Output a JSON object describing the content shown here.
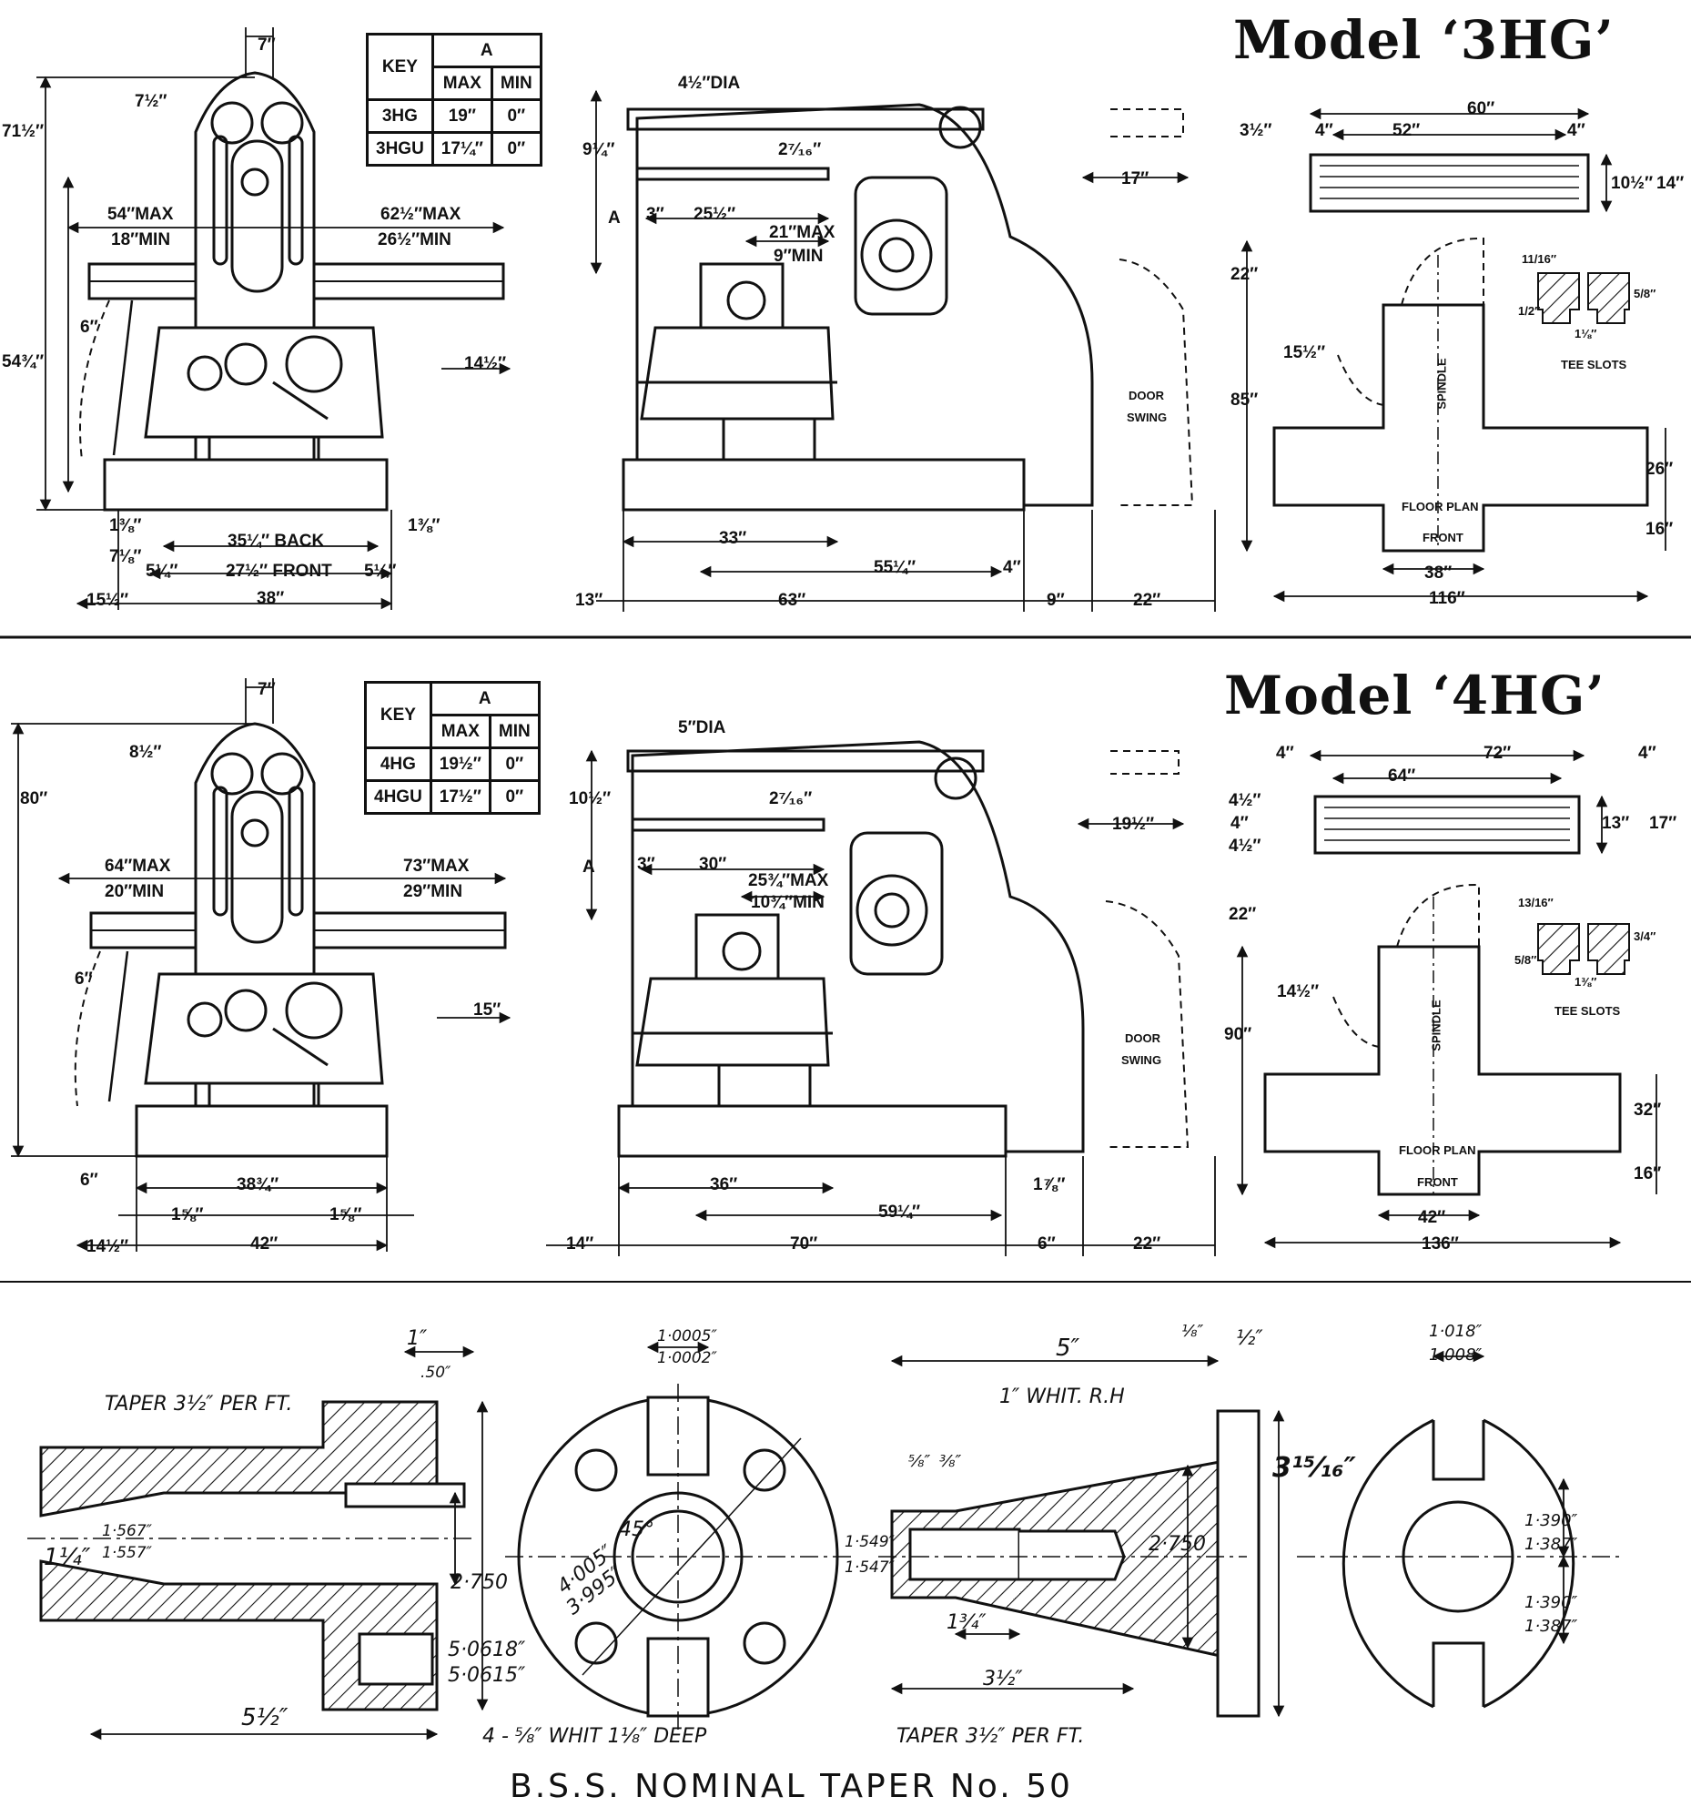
{
  "models": [
    {
      "title": "Model ‘3HG’",
      "key_table": {
        "key_header": "KEY",
        "group_header": "A",
        "cols": [
          "MAX",
          "MIN"
        ],
        "rows": [
          {
            "key": "3HG",
            "max": "19″",
            "min": "0″"
          },
          {
            "key": "3HGU",
            "max": "17¼″",
            "min": "0″"
          }
        ]
      },
      "front_view_dims": [
        "7″",
        "7½″",
        "71½″",
        "54″MAX",
        "18″MIN",
        "62½″MAX",
        "26½″MIN",
        "6″",
        "54¾″",
        "14½″",
        "1⅜″",
        "35¼″ BACK",
        "1⅜″",
        "7⅛″",
        "5¼″",
        "27½″ FRONT",
        "5¼″",
        "15½″",
        "38″"
      ],
      "side_view_dims": [
        "4½″DIA",
        "9¼″",
        "2⁷⁄₁₆″",
        "A",
        "3″",
        "25½″",
        "21″MAX",
        "9″MIN",
        "17″",
        "33″",
        "55¼″",
        "4″",
        "13″",
        "63″",
        "9″",
        "22″"
      ],
      "door_label": [
        "DOOR",
        "SWING"
      ],
      "table_top_dims": [
        "60″",
        "3½″",
        "4″",
        "52″",
        "4″",
        "10½″",
        "14″"
      ],
      "floor_plan_dims": [
        "22″",
        "15½″",
        "85″",
        "26″",
        "16″",
        "38″",
        "116″"
      ],
      "floor_plan_labels": [
        "SPINDLE",
        "FLOOR PLAN",
        "FRONT"
      ],
      "tee_slot_dims": [
        "11/16″",
        "5/8″",
        "1/2″",
        "1⅛″"
      ],
      "tee_slot_label": "TEE SLOTS"
    },
    {
      "title": "Model ‘4HG’",
      "key_table": {
        "key_header": "KEY",
        "group_header": "A",
        "cols": [
          "MAX",
          "MIN"
        ],
        "rows": [
          {
            "key": "4HG",
            "max": "19½″",
            "min": "0″"
          },
          {
            "key": "4HGU",
            "max": "17½″",
            "min": "0″"
          }
        ]
      },
      "front_view_dims": [
        "7″",
        "8½″",
        "80″",
        "64″MAX",
        "20″MIN",
        "73″MAX",
        "29″MIN",
        "6″",
        "15″",
        "6″",
        "38¾″",
        "1⅝″",
        "1⅝″",
        "14½″",
        "42″"
      ],
      "side_view_dims": [
        "5″DIA",
        "10½″",
        "2⁷⁄₁₆″",
        "A",
        "3″",
        "30″",
        "25¾″MAX",
        "10¾″MIN",
        "19½″",
        "36″",
        "59¼″",
        "1⅞″",
        "14″",
        "70″",
        "6″",
        "22″"
      ],
      "door_label": [
        "DOOR",
        "SWING"
      ],
      "table_top_dims": [
        "4″",
        "72″",
        "4″",
        "64″",
        "4½″",
        "4″",
        "4½″",
        "13″",
        "17″"
      ],
      "floor_plan_dims": [
        "22″",
        "14½″",
        "90″",
        "32″",
        "16″",
        "42″",
        "136″"
      ],
      "floor_plan_labels": [
        "SPINDLE",
        "FLOOR PLAN",
        "FRONT"
      ],
      "tee_slot_dims": [
        "13/16″",
        "3/4″",
        "5/8″",
        "1⅜″"
      ],
      "tee_slot_label": "TEE SLOTS"
    }
  ],
  "taper": {
    "caption": "B.S.S. NOMINAL TAPER No. 50",
    "notes": [
      "TAPER 3½″ PER FT.",
      "1″ WHIT. R.H",
      "4 - ⅝″ WHIT 1⅛″ DEEP",
      "TAPER 3½″ PER FT."
    ],
    "dims": [
      "1″",
      ".50″",
      "1¼″",
      "1·567″",
      "1·557″",
      "2·750",
      "5·0618″",
      "5·0615″",
      "5½″",
      "1·0005″",
      "1·0002″",
      "45°",
      "4·005″",
      "3·995″",
      "5″",
      "⅛″",
      "½″",
      "⅝″",
      "⅜″",
      "1·549″",
      "1·547″",
      "2·750",
      "1¾″",
      "3½″",
      "3¹⁵⁄₁₆″",
      "1·018″",
      "1·008″",
      "1·390″",
      "1·387″",
      "1·390″",
      "1·387″"
    ]
  }
}
